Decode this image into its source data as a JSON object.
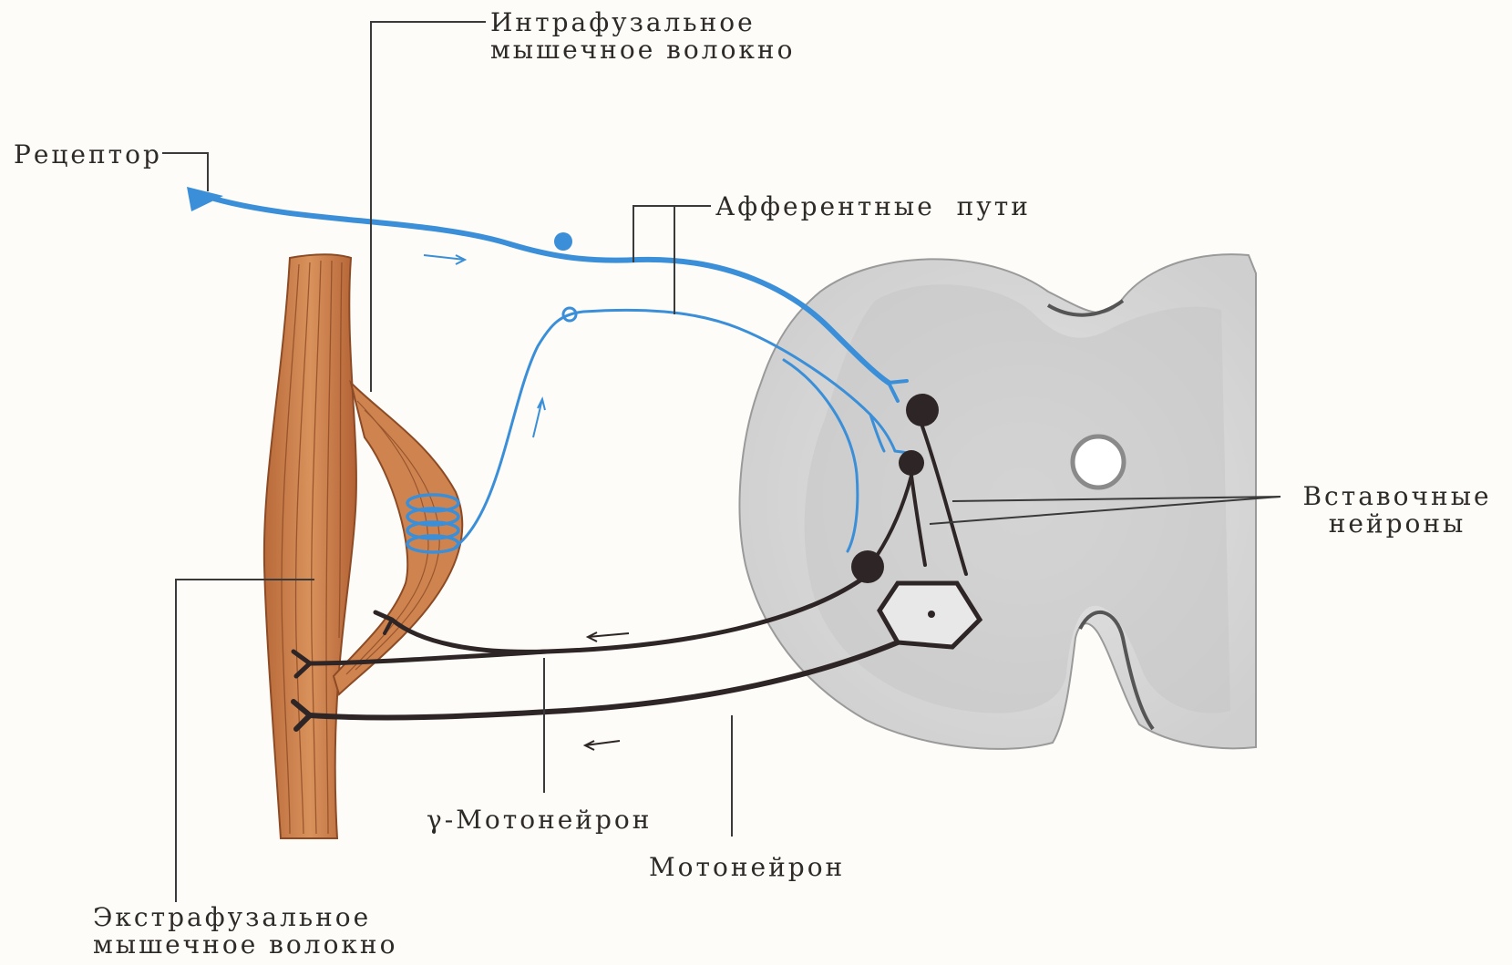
{
  "labels": {
    "intrafusal": "Интрафузальное\nмышечное волокно",
    "receptor": "Рецептор",
    "afferent": "Афферентные  пути",
    "interneurons": "Вставочные\nнейроны",
    "gamma_motoneuron": "γ-Мотонейрон",
    "motoneuron": "Мотонейрон",
    "extrafusal": "Экстрафузальное\nмышечное волокно"
  },
  "colors": {
    "afferent": "#3a8fd8",
    "efferent": "#2e2626",
    "muscle": "#c87a45",
    "spinal_cord": "#d6d6d6",
    "leader_line": "#3a3a3a"
  }
}
